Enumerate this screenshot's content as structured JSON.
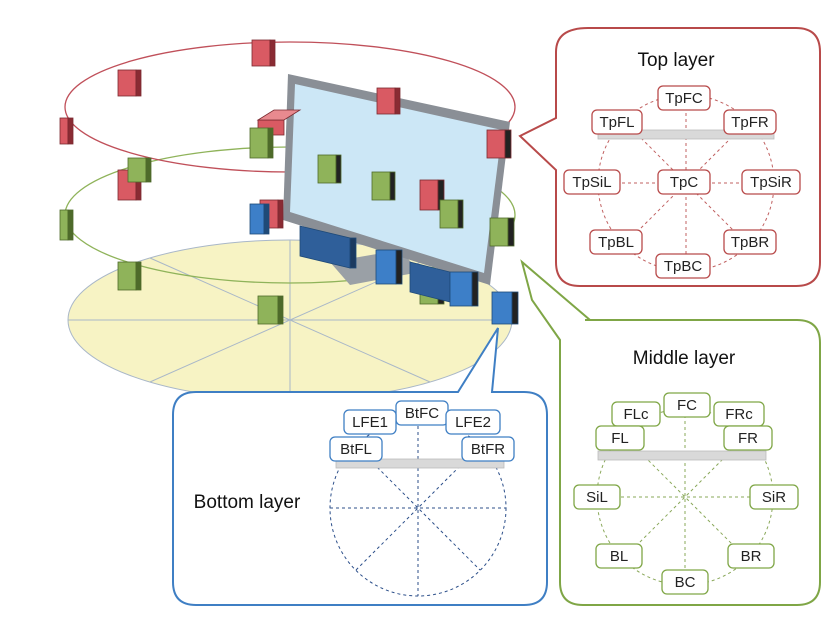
{
  "panels": {
    "top": {
      "title": "Top layer",
      "speakers": [
        "TpFC",
        "TpFL",
        "TpFR",
        "TpSiL",
        "TpC",
        "TpSiR",
        "TpBL",
        "TpBR",
        "TpBC"
      ],
      "color": "#b84a4a"
    },
    "middle": {
      "title": "Middle layer",
      "speakers": [
        "FC",
        "FLc",
        "FRc",
        "FL",
        "FR",
        "SiL",
        "SiR",
        "BL",
        "BR",
        "BC"
      ],
      "color": "#7fa646"
    },
    "bottom": {
      "title": "Bottom layer",
      "speakers": [
        "BtFC",
        "LFE1",
        "LFE2",
        "BtFL",
        "BtFR"
      ],
      "color": "#3f7fc4"
    }
  },
  "colors": {
    "red_speaker": "#d95a63",
    "green_speaker": "#8fb35a",
    "blue_speaker": "#3d7fc8",
    "floor": "#f7f3c4",
    "screen": "#cce7f6",
    "screen_frame": "#8a8f96"
  }
}
